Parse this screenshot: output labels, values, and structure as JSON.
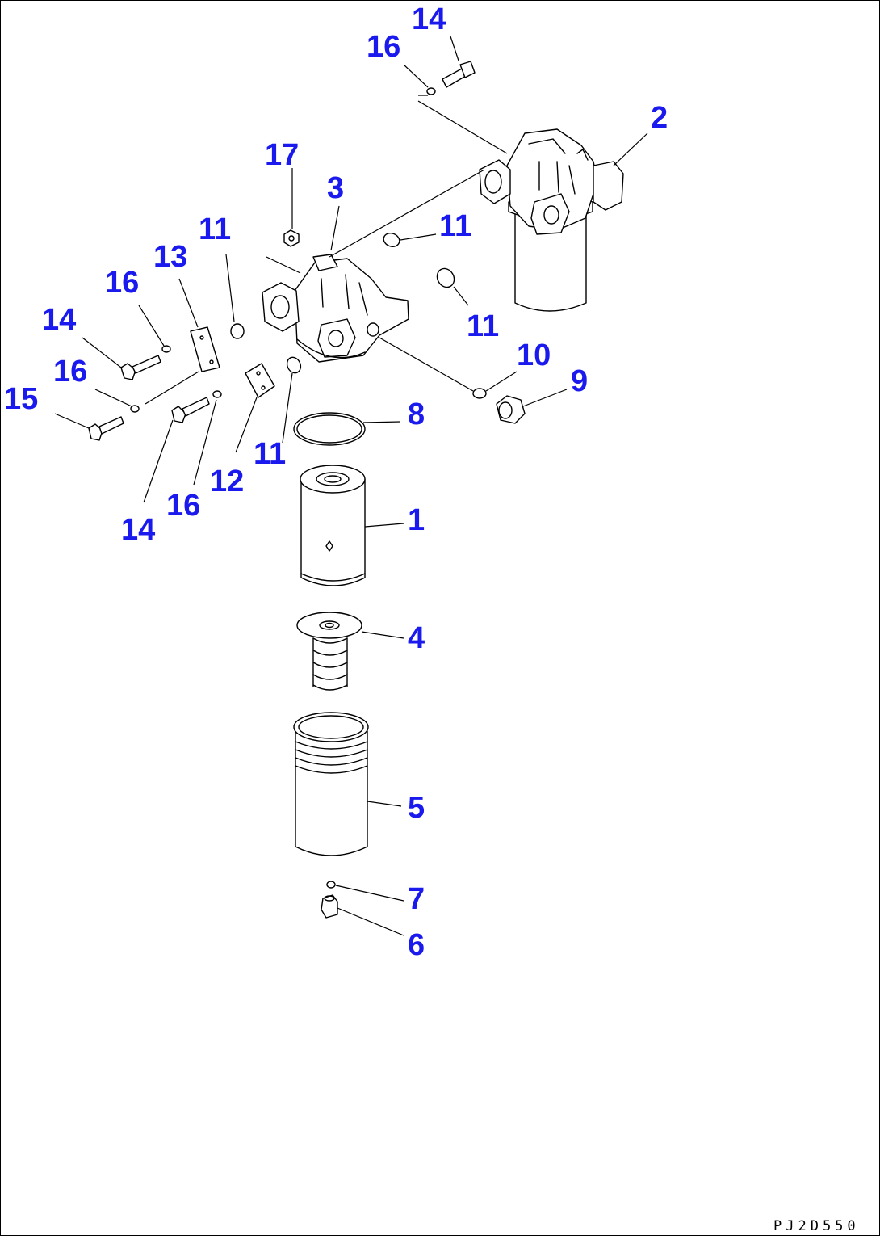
{
  "callouts": [
    {
      "id": "c1",
      "text": "1"
    },
    {
      "id": "c2",
      "text": "2"
    },
    {
      "id": "c3",
      "text": "3"
    },
    {
      "id": "c4",
      "text": "4"
    },
    {
      "id": "c5",
      "text": "5"
    },
    {
      "id": "c6",
      "text": "6"
    },
    {
      "id": "c7",
      "text": "7"
    },
    {
      "id": "c8",
      "text": "8"
    },
    {
      "id": "c9",
      "text": "9"
    },
    {
      "id": "c10",
      "text": "10"
    },
    {
      "id": "c11a",
      "text": "11"
    },
    {
      "id": "c11b",
      "text": "11"
    },
    {
      "id": "c11c",
      "text": "11"
    },
    {
      "id": "c11d",
      "text": "11"
    },
    {
      "id": "c12",
      "text": "12"
    },
    {
      "id": "c13",
      "text": "13"
    },
    {
      "id": "c14a",
      "text": "14"
    },
    {
      "id": "c14b",
      "text": "14"
    },
    {
      "id": "c14c",
      "text": "14"
    },
    {
      "id": "c15",
      "text": "15"
    },
    {
      "id": "c16a",
      "text": "16"
    },
    {
      "id": "c16b",
      "text": "16"
    },
    {
      "id": "c16c",
      "text": "16"
    },
    {
      "id": "c16d",
      "text": "16"
    },
    {
      "id": "c17",
      "text": "17"
    }
  ],
  "drawing_code": "PJ2D550",
  "colors": {
    "callout": "#1a1aee",
    "line": "#000000",
    "background": "#ffffff"
  }
}
